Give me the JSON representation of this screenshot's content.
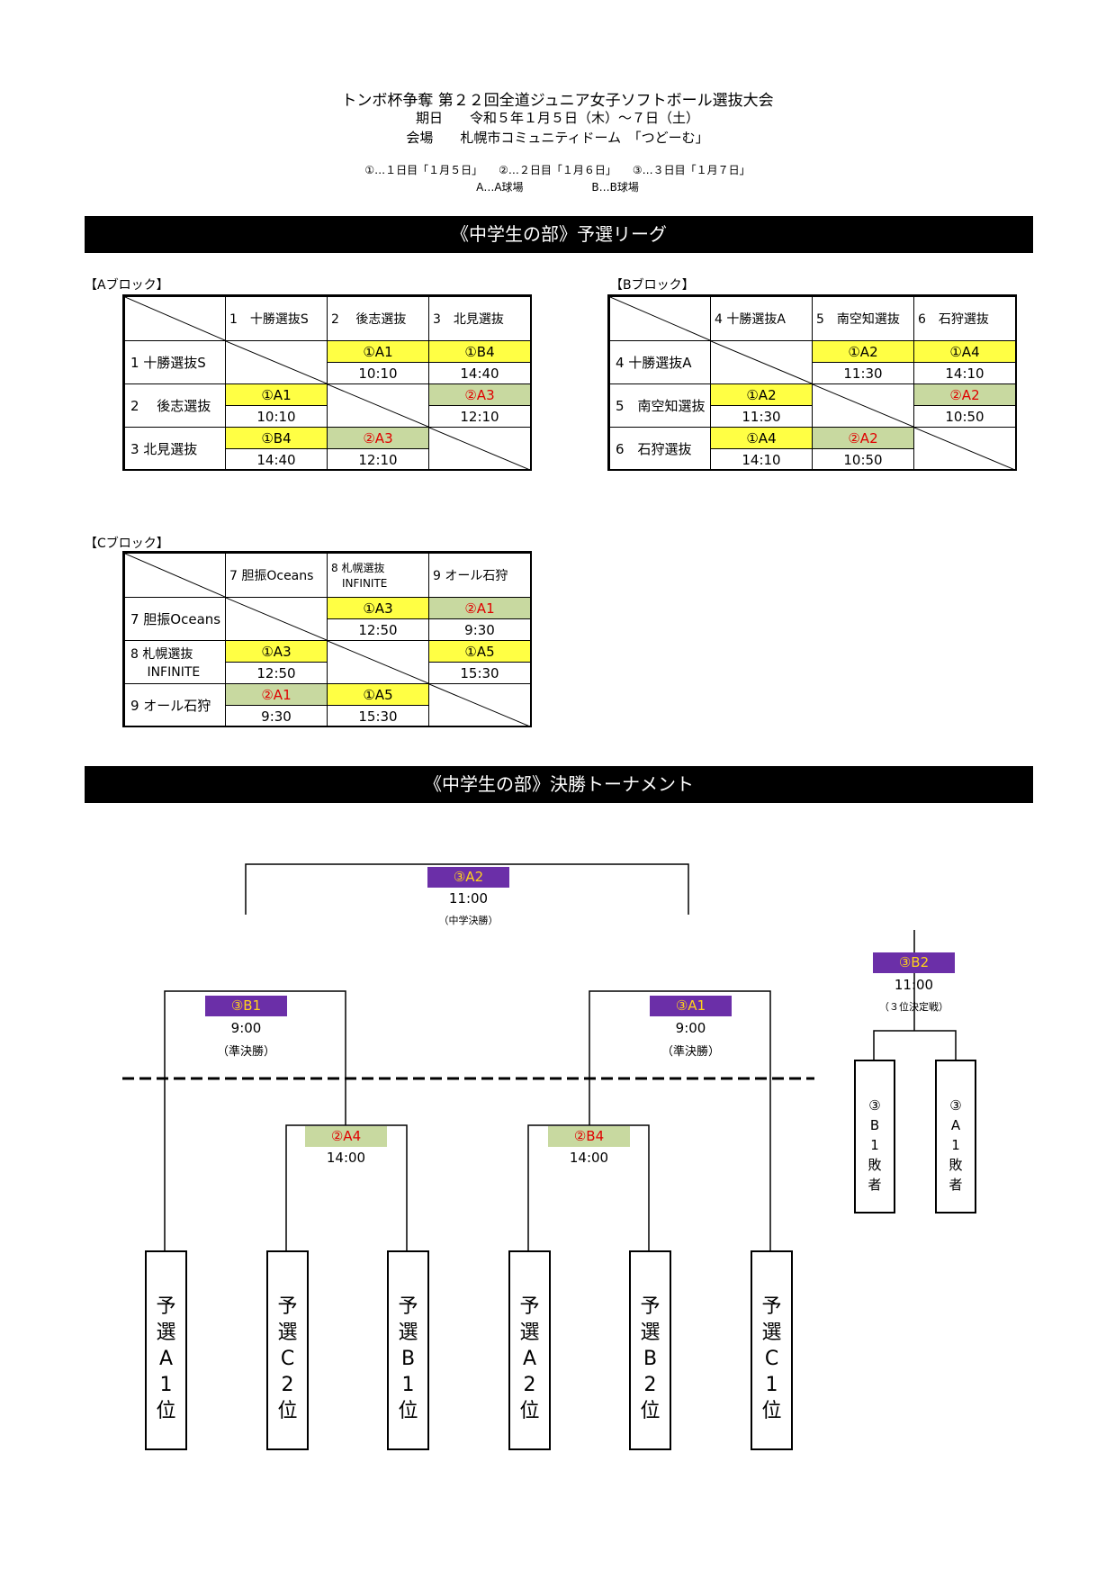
{
  "header": {
    "title": "トンボ杯争奪 第２２回全道ジュニア女子ソフトボール選抜大会",
    "dates": "期日　　令和５年１月５日（木）～７日（土）",
    "venue": "会場　　札幌市コミュニティドーム　「つどーむ」",
    "legend1": "①…１日目「１月５日」　　②…２日目「１月６日」　　③…３日目「１月７日」",
    "legend2": "A…A球場　　　　　　 B…B球場"
  },
  "sections": {
    "league": "《中学生の部》予選リーグ",
    "tournament": "《中学生の部》決勝トーナメント"
  },
  "blocks": [
    {
      "label": "【Aブロック】",
      "columns": [
        "1　十勝選抜S",
        "2　 後志選抜",
        "3　北見選抜"
      ],
      "rows": [
        {
          "name": "1 十勝選抜S",
          "cells": [
            null,
            {
              "code": "①A1",
              "time": "10:10",
              "day": 1
            },
            {
              "code": "①B4",
              "time": "14:40",
              "day": 1
            }
          ]
        },
        {
          "name": "2　 後志選抜",
          "cells": [
            {
              "code": "①A1",
              "time": "10:10",
              "day": 1
            },
            null,
            {
              "code": "②A3",
              "time": "12:10",
              "day": 2
            }
          ]
        },
        {
          "name": "3 北見選抜",
          "cells": [
            {
              "code": "①B4",
              "time": "14:40",
              "day": 1
            },
            {
              "code": "②A3",
              "time": "12:10",
              "day": 2
            },
            null
          ]
        }
      ]
    },
    {
      "label": "【Bブロック】",
      "columns": [
        "4 十勝選抜A",
        "5　南空知選抜",
        "6　石狩選抜"
      ],
      "rows": [
        {
          "name": "4 十勝選抜A",
          "cells": [
            null,
            {
              "code": "①A2",
              "time": "11:30",
              "day": 1
            },
            {
              "code": "①A4",
              "time": "14:10",
              "day": 1
            }
          ]
        },
        {
          "name": "5　南空知選抜",
          "cells": [
            {
              "code": "①A2",
              "time": "11:30",
              "day": 1
            },
            null,
            {
              "code": "②A2",
              "time": "10:50",
              "day": 2
            }
          ]
        },
        {
          "name": "6　石狩選抜",
          "cells": [
            {
              "code": "①A4",
              "time": "14:10",
              "day": 1
            },
            {
              "code": "②A2",
              "time": "10:50",
              "day": 2
            },
            null
          ]
        }
      ]
    },
    {
      "label": "【Cブロック】",
      "columns": [
        "7 胆振Oceans",
        "8 札幌選抜\n　INFINITE",
        "9 オール石狩"
      ],
      "rows": [
        {
          "name": "7 胆振Oceans",
          "cells": [
            null,
            {
              "code": "①A3",
              "time": "12:50",
              "day": 1
            },
            {
              "code": "②A1",
              "time": "9:30",
              "day": 2
            }
          ]
        },
        {
          "name": "8 札幌選抜\n　 INFINITE",
          "cells": [
            {
              "code": "①A3",
              "time": "12:50",
              "day": 1
            },
            null,
            {
              "code": "①A5",
              "time": "15:30",
              "day": 1
            }
          ]
        },
        {
          "name": "9 オール石狩",
          "cells": [
            {
              "code": "②A1",
              "time": "9:30",
              "day": 2
            },
            {
              "code": "①A5",
              "time": "15:30",
              "day": 1
            },
            null
          ]
        }
      ]
    }
  ],
  "tournament": {
    "final": {
      "code": "③A2",
      "time": "11:00",
      "note": "（中学決勝）"
    },
    "semi_left": {
      "code": "③B1",
      "time": "9:00",
      "note": "（準決勝）"
    },
    "semi_right": {
      "code": "③A1",
      "time": "9:00",
      "note": "（準決勝）"
    },
    "qf_left": {
      "code": "②A4",
      "time": "14:00"
    },
    "qf_right": {
      "code": "②B4",
      "time": "14:00"
    },
    "third_place": {
      "code": "③B2",
      "time": "11:00",
      "note": "（３位決定戦）"
    },
    "third_entrants": [
      "③\nB\n1\n敗\n者",
      "③\nA\n1\n敗\n者"
    ],
    "entrants": [
      "予\n選\nA\n1\n位",
      "予\n選\nC\n2\n位",
      "予\n選\nB\n1\n位",
      "予\n選\nA\n2\n位",
      "予\n選\nB\n2\n位",
      "予\n選\nC\n1\n位"
    ]
  },
  "colors": {
    "day1": "#ffff44",
    "day2": "#c8d9a0",
    "day3": "#6b2fa8",
    "day2_text": "#e00000",
    "day3_text": "#ffd21a"
  }
}
